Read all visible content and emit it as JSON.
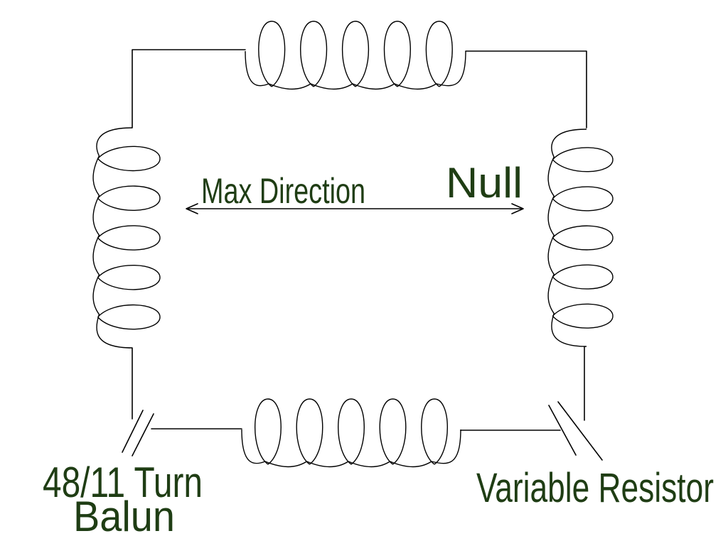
{
  "labels": {
    "max_direction": "Max Direction",
    "null": "Null",
    "balun_line1": "48/11 Turn",
    "balun_line2": "Balun",
    "variable_resistor": "Variable Resistor"
  },
  "coils": {
    "top_turns": 5,
    "bottom_turns": 5,
    "left_turns": 5,
    "right_turns": 5
  },
  "colors": {
    "label": "#1f3d14",
    "wire": "#000000",
    "background": "#ffffff"
  }
}
